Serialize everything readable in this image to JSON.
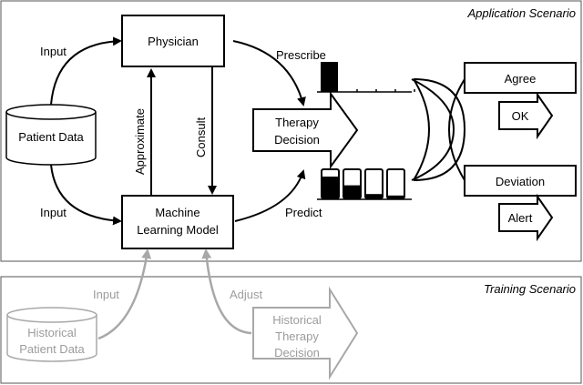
{
  "scenarios": {
    "application": "Application Scenario",
    "training": "Training Scenario"
  },
  "nodes": {
    "physician": "Physician",
    "ml_model_line1": "Machine",
    "ml_model_line2": "Learning Model",
    "patient_data": "Patient Data",
    "therapy_decision_line1": "Therapy",
    "therapy_decision_line2": "Decision",
    "agree": "Agree",
    "ok": "OK",
    "deviation": "Deviation",
    "alert": "Alert",
    "historical_patient_data_line1": "Historical",
    "historical_patient_data_line2": "Patient Data",
    "historical_therapy_decision_line1": "Historical",
    "historical_therapy_decision_line2": "Therapy",
    "historical_therapy_decision_line3": "Decision"
  },
  "edges": {
    "input_top": "Input",
    "input_bottom": "Input",
    "approximate": "Approximate",
    "consult": "Consult",
    "prescribe": "Prescribe",
    "predict": "Predict",
    "training_input": "Input",
    "training_adjust": "Adjust"
  },
  "prescribe_bars": [
    1,
    0,
    0,
    0,
    0
  ],
  "predict_bars": [
    0.75,
    0.45,
    0.15,
    0.1
  ],
  "colors": {
    "ink": "#000000",
    "muted": "#9c9c9c",
    "frame": "#555555"
  }
}
